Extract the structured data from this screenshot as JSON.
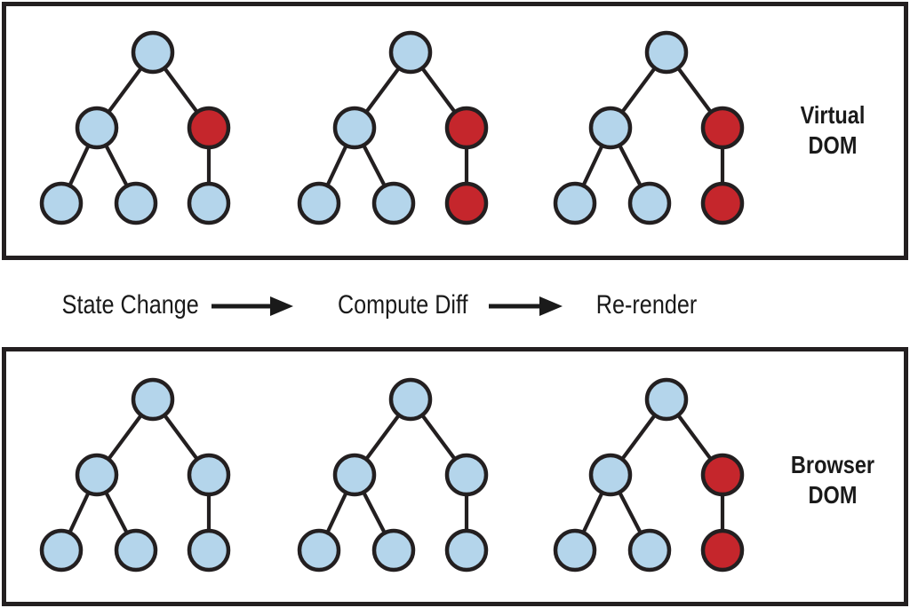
{
  "flow": {
    "steps": [
      "State Change",
      "Compute Diff",
      "Re-render"
    ]
  },
  "panels": [
    {
      "name": "virtual-dom",
      "label_line1": "Virtual",
      "label_line2": "DOM",
      "trees": [
        {
          "nodes": [
            "blue",
            "blue",
            "red",
            "blue",
            "blue",
            "blue"
          ]
        },
        {
          "nodes": [
            "blue",
            "blue",
            "red",
            "blue",
            "blue",
            "red"
          ]
        },
        {
          "nodes": [
            "blue",
            "blue",
            "red",
            "blue",
            "blue",
            "red"
          ]
        }
      ]
    },
    {
      "name": "browser-dom",
      "label_line1": "Browser",
      "label_line2": "DOM",
      "trees": [
        {
          "nodes": [
            "blue",
            "blue",
            "blue",
            "blue",
            "blue",
            "blue"
          ]
        },
        {
          "nodes": [
            "blue",
            "blue",
            "blue",
            "blue",
            "blue",
            "blue"
          ]
        },
        {
          "nodes": [
            "blue",
            "blue",
            "red",
            "blue",
            "blue",
            "red"
          ]
        }
      ]
    }
  ],
  "colors": {
    "node_blue": "#B4D5EB",
    "node_red": "#C5262C",
    "stroke": "#231F20",
    "text": "#1A1A1A"
  }
}
